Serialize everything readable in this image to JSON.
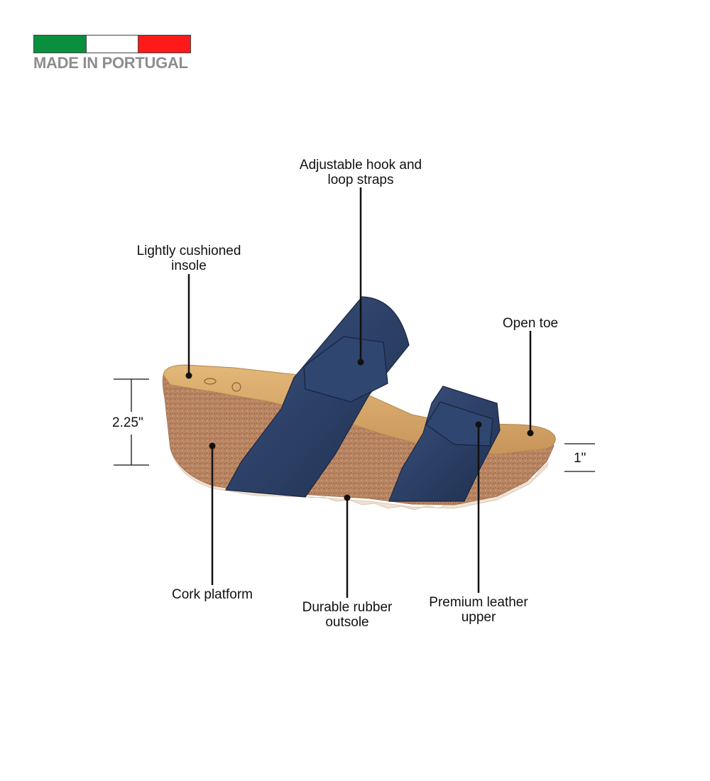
{
  "badge": {
    "flag_colors": [
      "#0a8f3c",
      "#ffffff",
      "#ff1a1a"
    ],
    "text": "MADE IN PORTUGAL"
  },
  "callouts": {
    "straps": [
      "Adjustable hook and",
      "loop straps"
    ],
    "insole": [
      "Lightly cushioned",
      "insole"
    ],
    "open_toe": [
      "Open toe"
    ],
    "cork": [
      "Cork platform"
    ],
    "outsole": [
      "Durable rubber",
      "outsole"
    ],
    "upper": [
      "Premium leather",
      "upper"
    ]
  },
  "dimensions": {
    "heel_height": "2.25\"",
    "toe_height": "1\""
  },
  "colors": {
    "leather": "#2b3f63",
    "cork": "#b98562",
    "footbed": "#d8aa6b",
    "outsole": "#efe2d4"
  }
}
